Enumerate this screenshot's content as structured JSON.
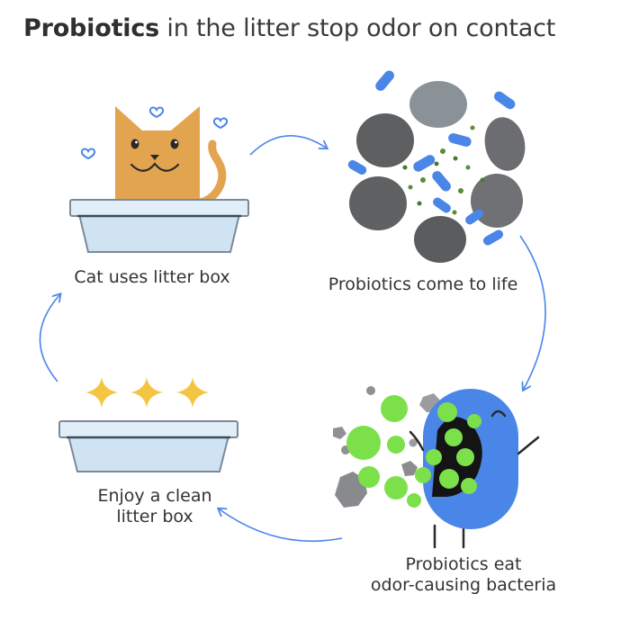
{
  "title": {
    "bold": "Probiotics",
    "rest": " in the litter stop odor on contact"
  },
  "steps": [
    {
      "label": "Cat uses litter box"
    },
    {
      "label": "Probiotics come to life"
    },
    {
      "label_line1": "Probiotics eat",
      "label_line2": "odor-causing bacteria"
    },
    {
      "label_line1": "Enjoy a clean",
      "label_line2": "litter box"
    }
  ],
  "colors": {
    "accent_blue": "#4a86e8",
    "cat_orange": "#e3a44f",
    "tray_fill": "#cfe3f2",
    "bacteria_green": "#7be04a",
    "stone_gray": "#6b6b6b",
    "sparkle_yellow": "#f4c542"
  },
  "icons": [
    "cat-icon",
    "heart-icon",
    "litter-tray-icon",
    "probiotic-icon",
    "stone-icon",
    "bacteria-icon",
    "sparkle-icon",
    "cycle-arrow-icon"
  ]
}
